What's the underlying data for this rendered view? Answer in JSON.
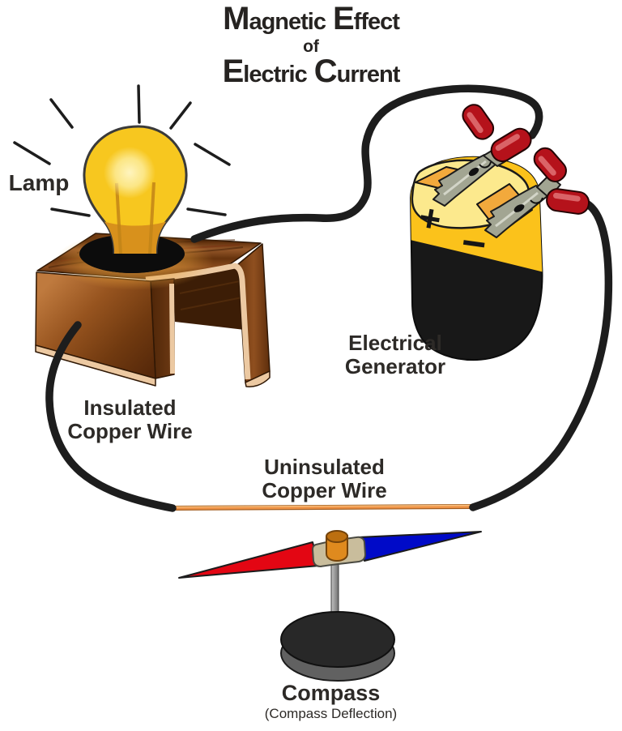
{
  "title": {
    "line1": [
      {
        "initial": "M",
        "rest": "agnetic"
      },
      {
        "initial": "E",
        "rest": "ffect"
      }
    ],
    "line2": "of",
    "line3": [
      {
        "initial": "E",
        "rest": "lectric"
      },
      {
        "initial": "C",
        "rest": "urrent"
      }
    ]
  },
  "labels": {
    "lamp": "Lamp",
    "generator": {
      "line1": "Electrical",
      "line2": "Generator"
    },
    "insulated_wire": {
      "line1": "Insulated",
      "line2": "Copper Wire"
    },
    "uninsulated_wire": {
      "line1": "Uninsulated",
      "line2": "Copper Wire"
    },
    "compass": {
      "name": "Compass",
      "sub": "(Compass Deflection)"
    }
  },
  "battery": {
    "positive_symbol": "+",
    "negative_symbol": "−"
  },
  "icons": [
    "light-bulb-icon",
    "wooden-stand-icon",
    "battery-icon",
    "alligator-clip-icon",
    "compass-needle-icon",
    "compass-stand-icon"
  ],
  "colors": {
    "wire_black": "#1d1d1d",
    "copper": "#ef9448",
    "copper_dark": "#a05a1c",
    "bulb_yellow": "#f7c71f",
    "bulb_amber": "#d8911c",
    "battery_yellow": "#fbc21b",
    "battery_top": "#fce98d",
    "battery_black": "#181818",
    "terminal_orange": "#f2a93c",
    "clip_red": "#b5121b",
    "clip_metal": "#a2a592",
    "needle_red": "#e30613",
    "needle_blue": "#000ac8",
    "hub_tan": "#c9bd9c",
    "knob_orange": "#df8a1e",
    "wood_brown": "#8a4a1c",
    "wood_edge": "#ecc9a2",
    "base_dark": "#282828"
  }
}
